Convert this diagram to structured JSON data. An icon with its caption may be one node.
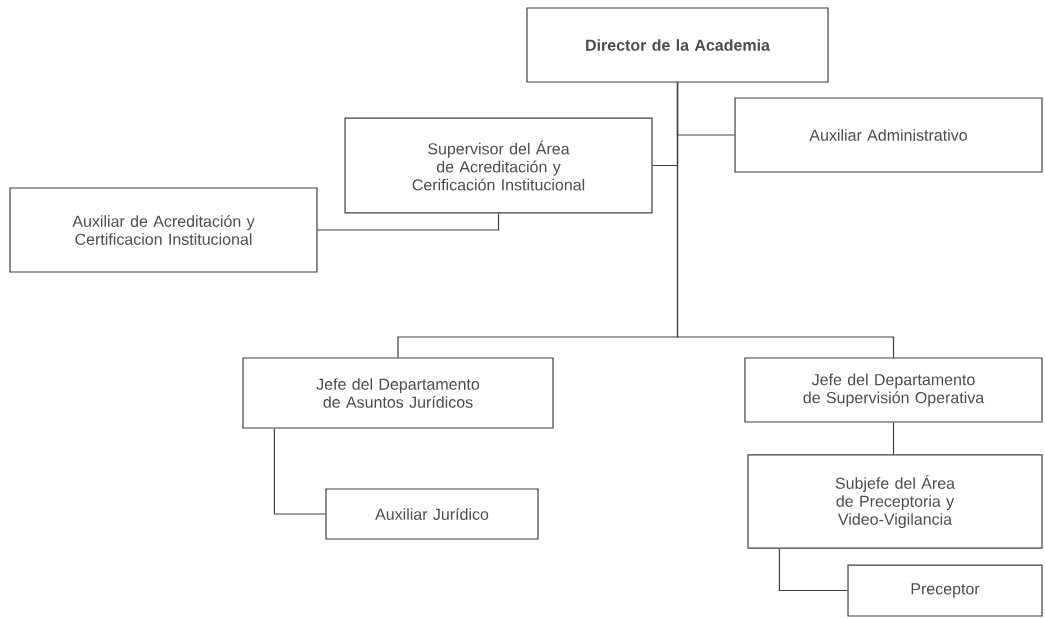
{
  "diagram": {
    "nodes": [
      {
        "text": [
          "Director de la Academia"
        ]
      },
      {
        "text": [
          "Supervisor del Área de Acreditación y Cerificación Institucional"
        ]
      },
      {
        "text": [
          "Auxiliar Administrativo"
        ]
      },
      {
        "text": [
          "Auxiliar de Acreditación y Certificacion Institucional"
        ]
      },
      {
        "text": [
          "Jefe del Departamento de Asuntos Jurídicos"
        ]
      },
      {
        "text": [
          "Jefe del Departamento de Supervisión Operativa"
        ]
      },
      {
        "text": [
          "Subjefe del Área de Preceptoria y Video-Vigilancia"
        ]
      },
      {
        "text": [
          "Auxiliar Jurídico"
        ]
      },
      {
        "text": [
          "Preceptor"
        ]
      }
    ],
    "edges": [
      {
        "from": 0,
        "to": 1,
        "arrow": "none"
      },
      {
        "from": 0,
        "to": 2,
        "arrow": "none"
      },
      {
        "from": 1,
        "to": 3,
        "arrow": "none"
      },
      {
        "from": 0,
        "to": 4,
        "arrow": "none"
      },
      {
        "from": 0,
        "to": 5,
        "arrow": "none"
      },
      {
        "from": 4,
        "to": 7,
        "arrow": "none"
      },
      {
        "from": 5,
        "to": 6,
        "arrow": "none"
      },
      {
        "from": 6,
        "to": 8,
        "arrow": "none"
      }
    ]
  }
}
